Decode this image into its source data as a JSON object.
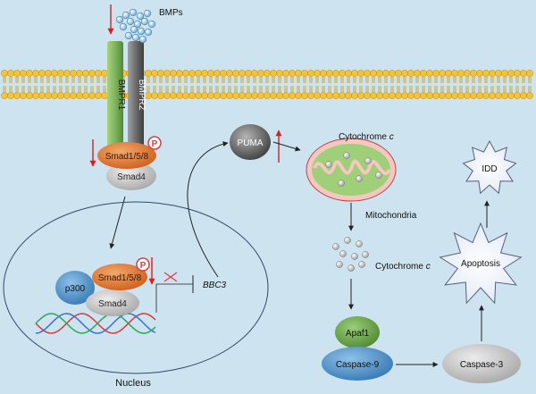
{
  "labels": {
    "bmps": "BMPs",
    "bmpr1": "BMPR1",
    "bmpr2": "BMPR2",
    "smad158": "Smad1/5/8",
    "smad4": "Smad4",
    "phospho": "P",
    "p300": "p300",
    "bbc3": "BBC3",
    "nucleus": "Nucleus",
    "puma": "PUMA",
    "cytochrome_c": "Cytochrome c",
    "cytochrome": "Cytochrome",
    "c_italic": "c",
    "mitochondria": "Mitochondria",
    "apaf1": "Apaf1",
    "caspase9": "Caspase-9",
    "caspase3": "Caspase-3",
    "apoptosis": "Apoptosis",
    "idd": "IDD"
  },
  "colors": {
    "background": "#cde3ef",
    "membrane_head": "#f2c43a",
    "bmpr1": "#7fb35b",
    "bmpr2": "#6c6c6c",
    "smad158": "#e0782f",
    "smad4": "#c5c5c5",
    "p300": "#4f8fc4",
    "puma": "#6a6a6a",
    "apaf1": "#5f9a3f",
    "caspase9": "#4b8ec8",
    "caspase3": "#c8c8c8",
    "star": "#e8eef8",
    "phospho": "#e23a3a",
    "down_arrow": "#d81f1f"
  }
}
